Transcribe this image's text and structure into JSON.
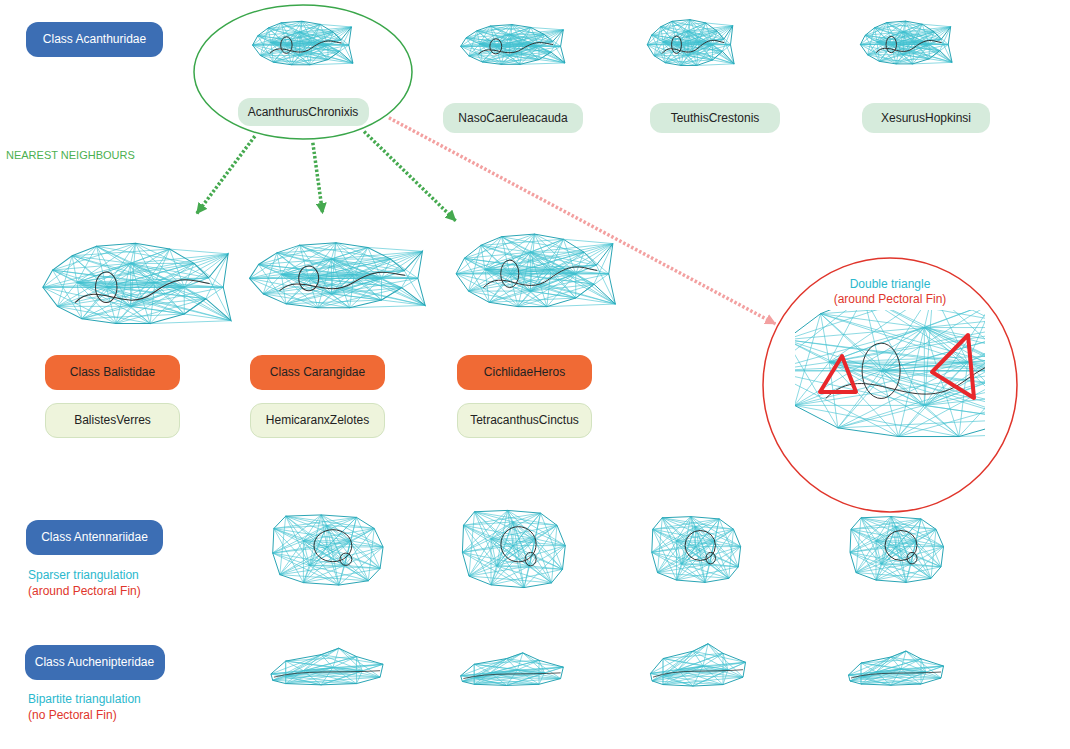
{
  "diagram": {
    "nodes": [
      {
        "text": [
          "Class Acanthuridae"
        ]
      },
      {
        "text": [
          "AcanthurusChronixis"
        ]
      },
      {
        "text": [
          "NasoCaeruleacauda"
        ]
      },
      {
        "text": [
          "TeuthisCrestonis"
        ]
      },
      {
        "text": [
          "XesurusHopkinsi"
        ]
      },
      {
        "text": [
          "Class Balistidae"
        ]
      },
      {
        "text": [
          "Class Carangidae"
        ]
      },
      {
        "text": [
          "CichlidaeHeros"
        ]
      },
      {
        "text": [
          "Double triangle",
          "(around Pectoral Fin)"
        ]
      },
      {
        "text": [
          "BalistesVerres"
        ]
      },
      {
        "text": [
          "HemicaranxZelotes"
        ]
      },
      {
        "text": [
          "TetracanthusCinctus"
        ]
      },
      {
        "text": [
          "Class Antennariidae"
        ]
      },
      {
        "text": [
          "Class Auchenipteridae"
        ]
      }
    ],
    "edges": [
      {
        "from": 1,
        "to": 5,
        "arrow": "to"
      },
      {
        "from": 1,
        "to": 6,
        "arrow": "to"
      },
      {
        "from": 1,
        "to": 7,
        "arrow": "to"
      },
      {
        "from": 1,
        "to": 8,
        "arrow": "to"
      }
    ],
    "labels": [
      "NEAREST NEIGHBOURS",
      "Sparser triangulation",
      "(around Pectoral Fin)",
      "Bipartite triangulation",
      "(no Pectoral Fin)"
    ]
  }
}
